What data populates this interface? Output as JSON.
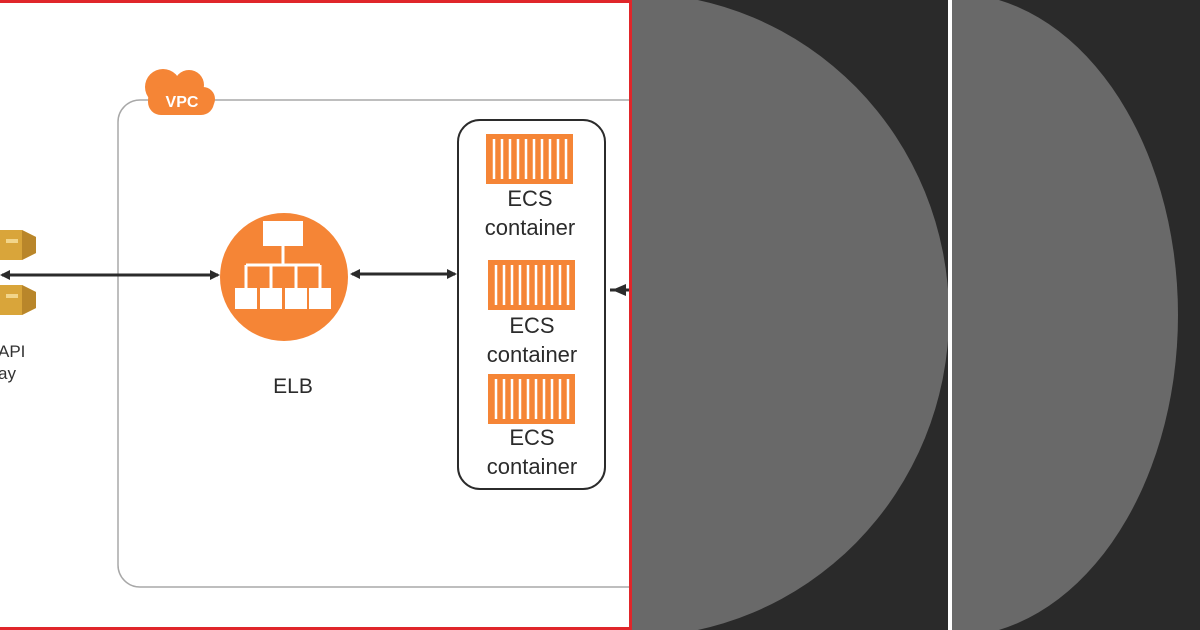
{
  "diagram": {
    "vpc_badge": "VPC",
    "api_gateway": {
      "line1": "API",
      "line2": "ay"
    },
    "elb": {
      "label": "ELB"
    },
    "ecs_containers": [
      {
        "line1": "ECS",
        "line2": "container"
      },
      {
        "line1": "ECS",
        "line2": "container"
      },
      {
        "line1": "ECS",
        "line2": "container"
      }
    ]
  },
  "colors": {
    "frame": "#e0262a",
    "aws_orange": "#f58536",
    "api_gold": "#d9a53a",
    "panel_background": "#2a2a2a",
    "panel_circle": "#696969"
  }
}
